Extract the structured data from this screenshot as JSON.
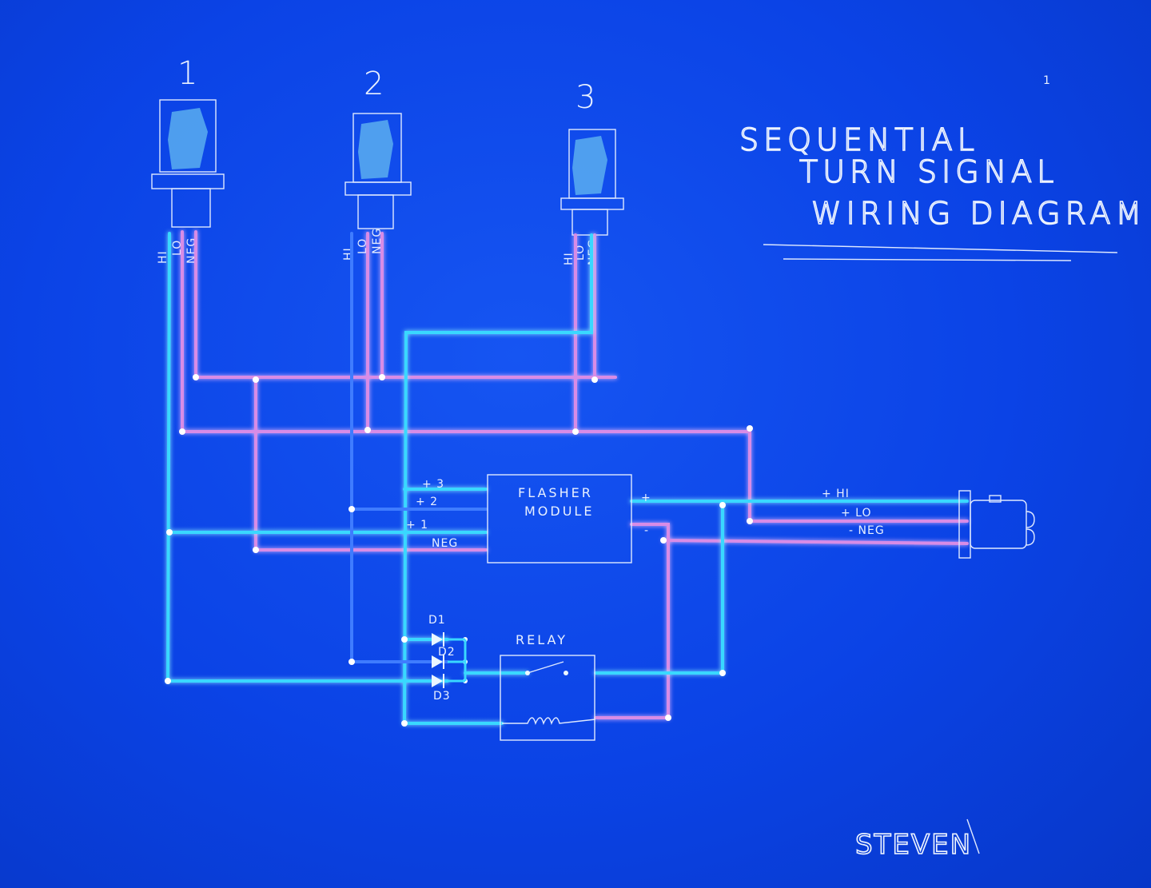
{
  "title": {
    "line1": "SEQUENTIAL",
    "line2": "TURN SIGNAL",
    "line3": "WIRING DIAGRAM"
  },
  "lamps": [
    {
      "number": "1",
      "hi": "HI",
      "lo": "LO",
      "neg": "NEG"
    },
    {
      "number": "2",
      "hi": "HI",
      "lo": "LO",
      "neg": "NEG"
    },
    {
      "number": "3",
      "hi": "HI",
      "lo": "LO",
      "neg": "NEG"
    }
  ],
  "flasher": {
    "label_line1": "FLASHER",
    "label_line2": "MODULE",
    "input_3": "+ 3",
    "input_2": "+ 2",
    "input_1": "+ 1",
    "input_neg": "NEG",
    "out_plus": "+",
    "out_minus": "-"
  },
  "connector": {
    "hi": "+ HI",
    "lo": "+ LO",
    "neg": "- NEG"
  },
  "relay": {
    "label": "RELAY"
  },
  "diodes": {
    "d1": "D1",
    "d2": "D2",
    "d3": "D3"
  },
  "corner_mark": "1",
  "signature": "STEVEN",
  "colors": {
    "background": "#0b43e6",
    "wire_signal": "#39d8ff",
    "wire_ground": "#d88ce6",
    "wire_lo": "#3f7cff"
  }
}
